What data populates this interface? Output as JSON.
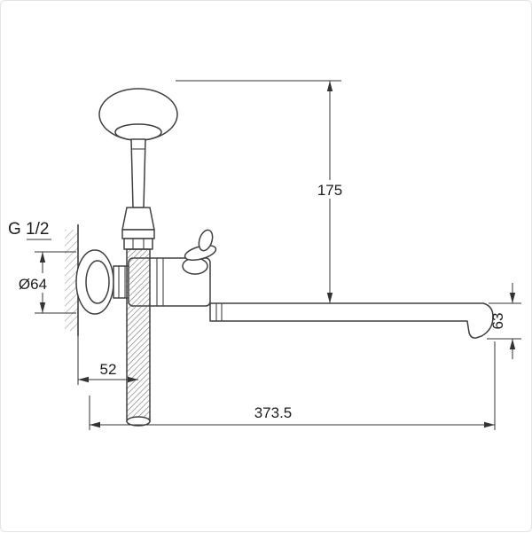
{
  "colors": {
    "background": "#ffffff",
    "line": "#404040",
    "dimension": "#333333",
    "hatch_wall": "#9a9a9a",
    "hatch_hose": "#666666"
  },
  "drawing": {
    "kind": "technical-dimension-drawing",
    "dims": {
      "thread": "G 1/2",
      "flange_diameter": "Ø64",
      "height": "175",
      "spout_end_height": "63",
      "wall_offset": "52",
      "overall_length": "373.5"
    }
  }
}
